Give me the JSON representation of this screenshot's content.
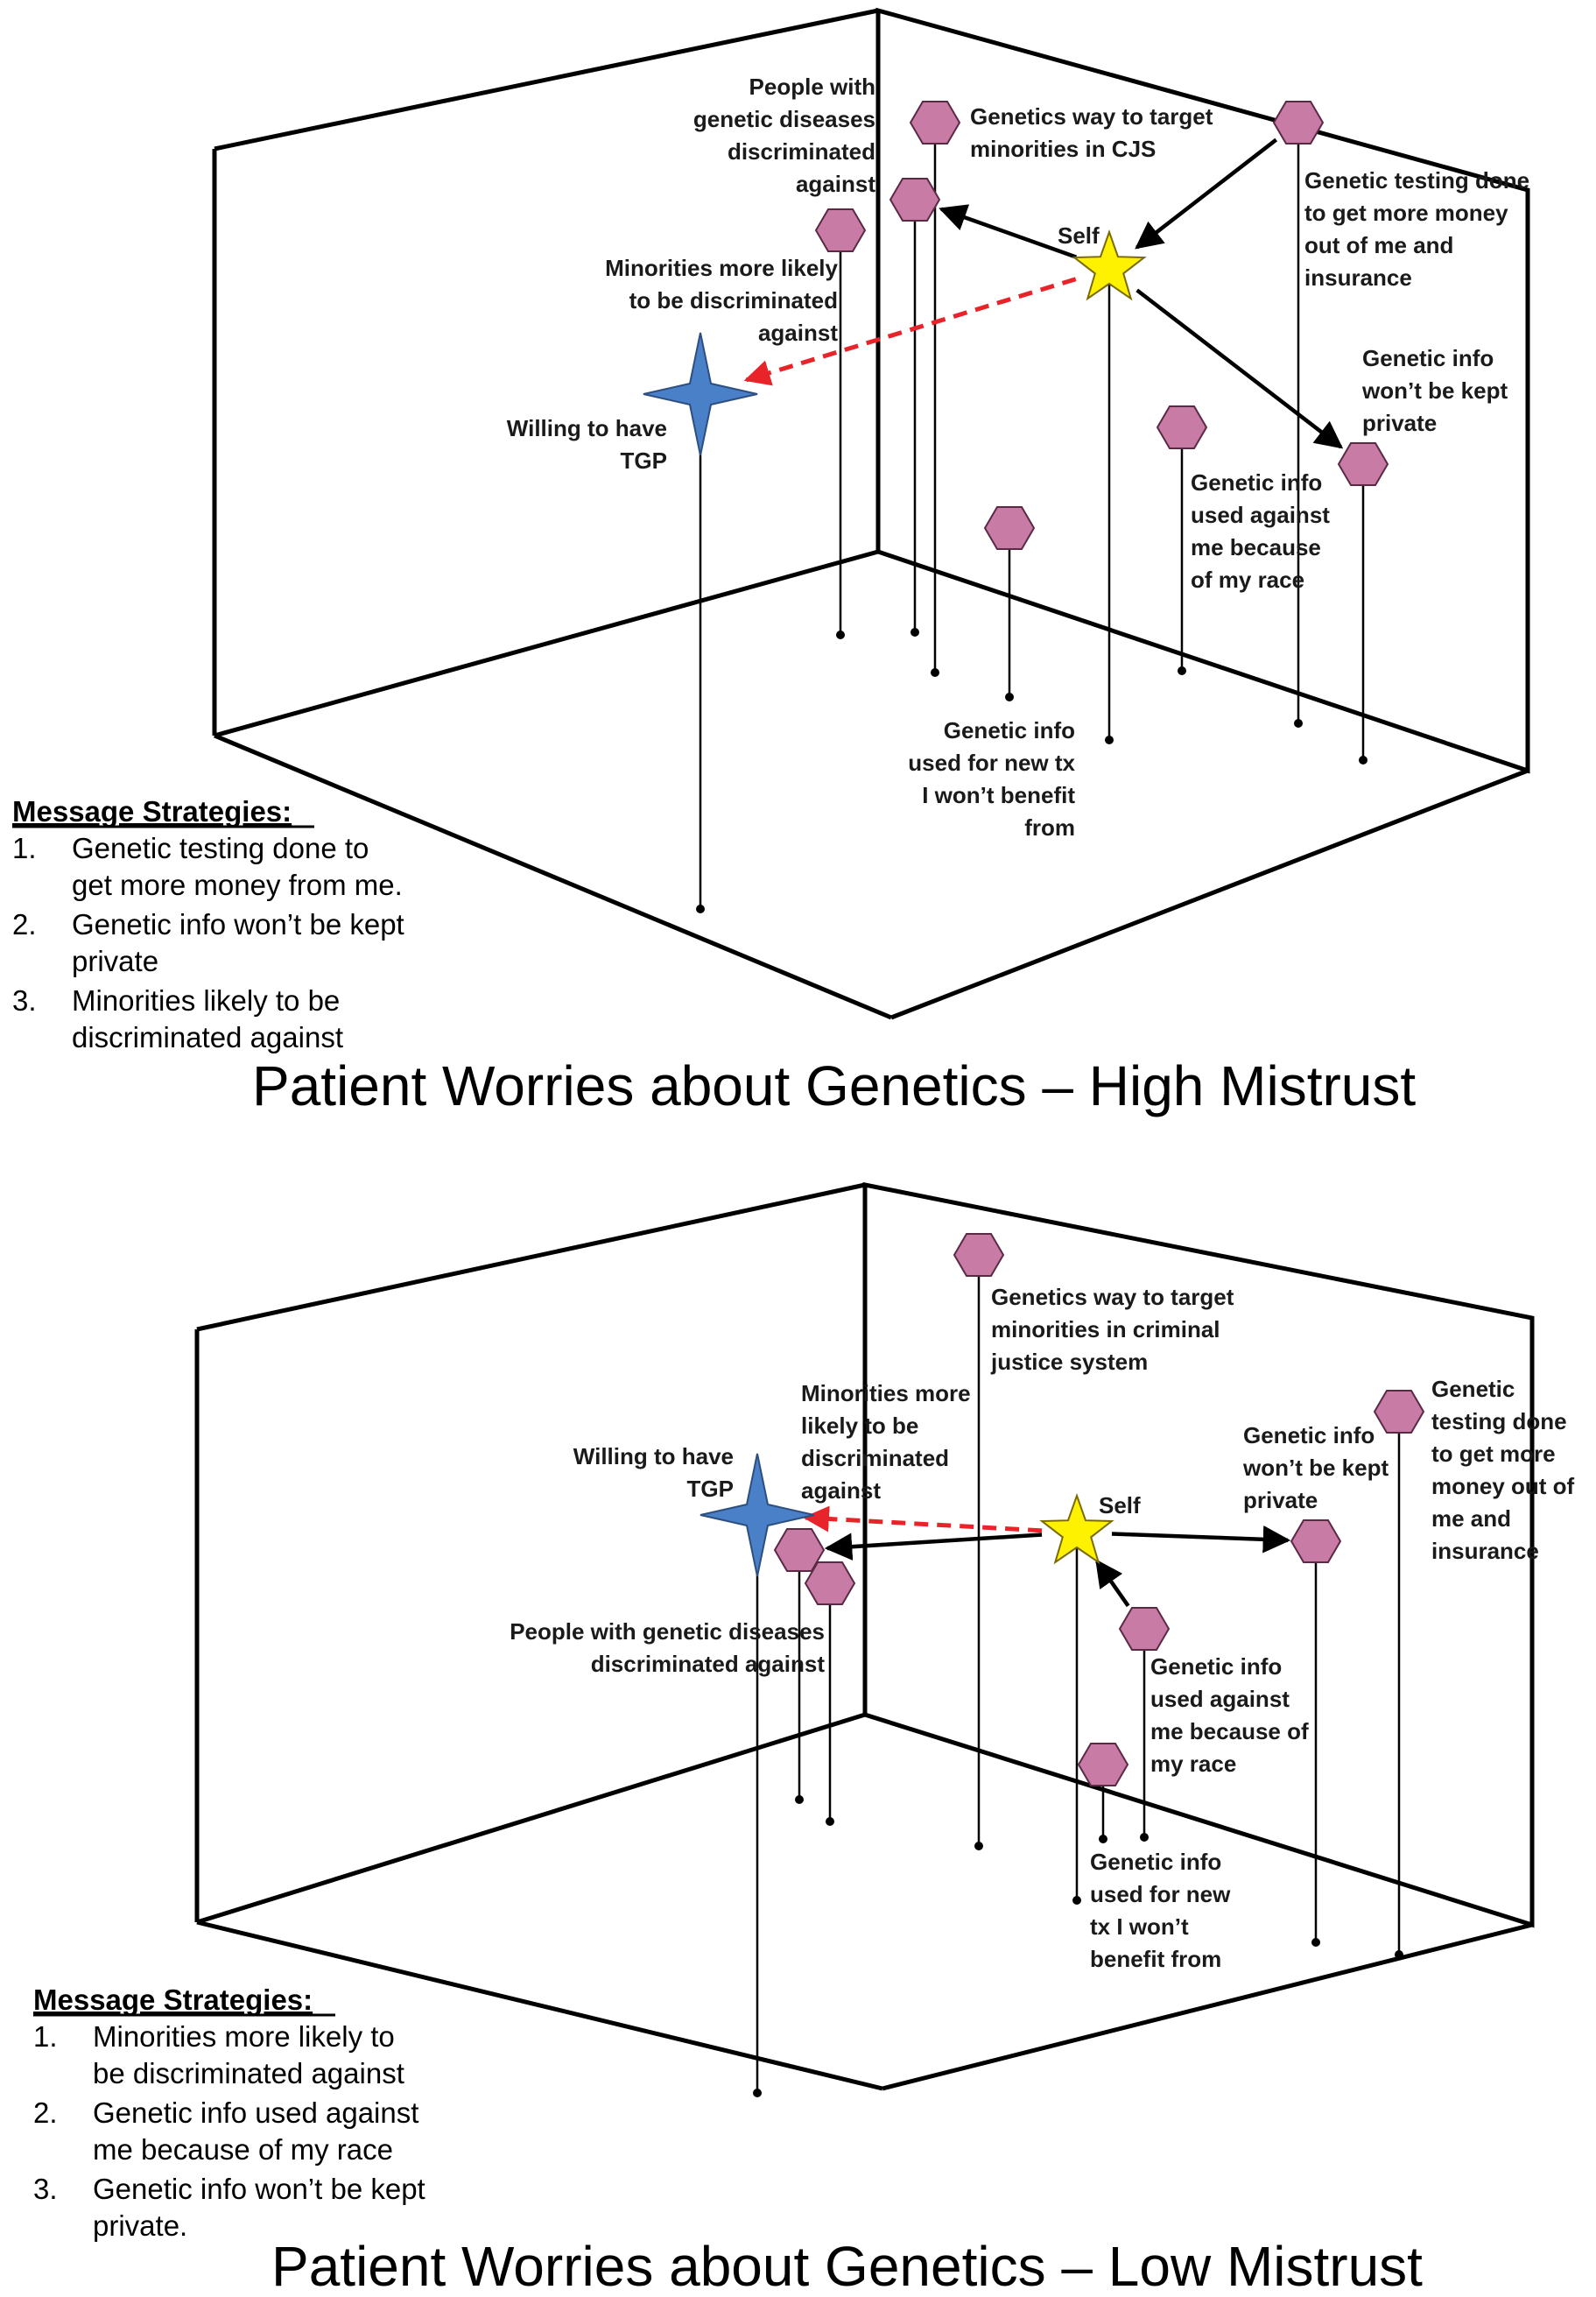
{
  "panels": [
    {
      "id": "high",
      "title": "Patient Worries about Genetics – High Mistrust",
      "strategies_heading": "Message Strategies:",
      "strategies": [
        {
          "num": "1.",
          "lines": [
            "Genetic testing done to",
            "get more money from me."
          ]
        },
        {
          "num": "2.",
          "lines": [
            "Genetic info won’t be kept",
            "private"
          ]
        },
        {
          "num": "3.",
          "lines": [
            "Minorities likely to be",
            "discriminated against"
          ]
        }
      ],
      "nodes": [
        {
          "key": "self",
          "shape": "star",
          "lines": [
            "Self"
          ]
        },
        {
          "key": "tgp",
          "shape": "cross-star",
          "lines": [
            "Willing to have",
            "TGP"
          ]
        },
        {
          "key": "people",
          "shape": "hexagon",
          "lines": [
            "People with",
            "genetic diseases",
            "discriminated",
            "against"
          ]
        },
        {
          "key": "minorities",
          "shape": "hexagon",
          "lines": [
            "Minorities more likely",
            "to be discriminated",
            "against"
          ]
        },
        {
          "key": "cjs",
          "shape": "hexagon",
          "lines": [
            "Genetics way to target",
            "minorities in CJS"
          ]
        },
        {
          "key": "money",
          "shape": "hexagon",
          "lines": [
            "Genetic testing done",
            "to get more money",
            "out of me and",
            "insurance"
          ]
        },
        {
          "key": "private",
          "shape": "hexagon",
          "lines": [
            "Genetic info",
            "won’t be kept",
            "private"
          ]
        },
        {
          "key": "race",
          "shape": "hexagon",
          "lines": [
            "Genetic info",
            "used against",
            "me because",
            "of my race"
          ]
        },
        {
          "key": "newtx",
          "shape": "hexagon",
          "lines": [
            "Genetic info",
            "used for new tx",
            "I won’t benefit",
            "from"
          ]
        }
      ],
      "arrows": [
        {
          "from": "self",
          "to": "minorities",
          "style": "solid"
        },
        {
          "from": "money",
          "to": "self",
          "style": "solid"
        },
        {
          "from": "self",
          "to": "private",
          "style": "solid"
        },
        {
          "from": "self",
          "to": "tgp",
          "style": "dashed"
        }
      ]
    },
    {
      "id": "low",
      "title": "Patient Worries about Genetics – Low Mistrust",
      "strategies_heading": "Message Strategies:",
      "strategies": [
        {
          "num": "1.",
          "lines": [
            "Minorities more likely to",
            "be discriminated against"
          ]
        },
        {
          "num": "2.",
          "lines": [
            "Genetic info used against",
            "me because of my race"
          ]
        },
        {
          "num": "3.",
          "lines": [
            "Genetic info won’t be kept",
            "private."
          ]
        }
      ],
      "nodes": [
        {
          "key": "self",
          "shape": "star",
          "lines": [
            "Self"
          ]
        },
        {
          "key": "tgp",
          "shape": "cross-star",
          "lines": [
            "Willing to have",
            "TGP"
          ]
        },
        {
          "key": "cjs",
          "shape": "hexagon",
          "lines": [
            "Genetics way to target",
            "minorities in criminal",
            "justice system"
          ]
        },
        {
          "key": "minorities",
          "shape": "hexagon",
          "lines": [
            "Minorities more",
            "likely to be",
            "discriminated",
            "against"
          ]
        },
        {
          "key": "people",
          "shape": "hexagon",
          "lines": [
            "People with genetic diseases",
            "discriminated against"
          ]
        },
        {
          "key": "private",
          "shape": "hexagon",
          "lines": [
            "Genetic info",
            "won’t be kept",
            "private"
          ]
        },
        {
          "key": "money",
          "shape": "hexagon",
          "lines": [
            "Genetic",
            "testing done",
            "to get more",
            "money out of",
            "me and",
            "insurance"
          ]
        },
        {
          "key": "race",
          "shape": "hexagon",
          "lines": [
            "Genetic info",
            "used against",
            "me because of",
            "my race"
          ]
        },
        {
          "key": "newtx",
          "shape": "hexagon",
          "lines": [
            "Genetic info",
            "used for new",
            "tx I won’t",
            "benefit from"
          ]
        }
      ],
      "arrows": [
        {
          "from": "self",
          "to": "minorities",
          "style": "solid"
        },
        {
          "from": "self",
          "to": "private",
          "style": "solid"
        },
        {
          "from": "race",
          "to": "self",
          "style": "solid"
        },
        {
          "from": "self",
          "to": "tgp",
          "style": "dashed"
        }
      ]
    }
  ],
  "colors": {
    "hexagon_fill": "#c87ba4",
    "hexagon_stroke": "#5a2a45",
    "star_fill": "#fff200",
    "star_stroke": "#7a6a00",
    "tgp_fill": "#4a80c8",
    "tgp_stroke": "#2c4f80",
    "dashed_arrow": "#e8242a",
    "line": "#000000"
  }
}
